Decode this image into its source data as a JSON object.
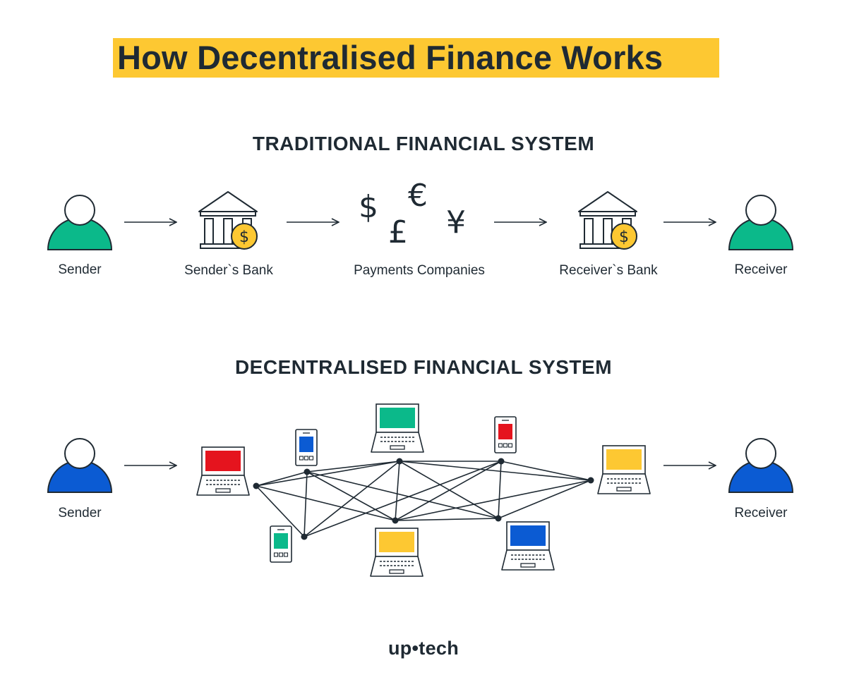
{
  "title": "How Decentralised Finance Works",
  "colors": {
    "highlight": "#fdc832",
    "ink": "#1f2a33",
    "green": "#0bb98a",
    "blue": "#0b5bd3",
    "red": "#e5141e",
    "yellow": "#fdc832",
    "coin": "#fdc832"
  },
  "traditional": {
    "heading": "TRADITIONAL FINANCIAL SYSTEM",
    "nodes": [
      {
        "label": "Sender",
        "icon": "person-icon"
      },
      {
        "label": "Sender`s Bank",
        "icon": "bank-icon"
      },
      {
        "label": "Payments Companies",
        "icon": "currency-icon"
      },
      {
        "label": "Receiver`s Bank",
        "icon": "bank-icon"
      },
      {
        "label": "Receiver",
        "icon": "person-icon"
      }
    ],
    "currency_symbols": [
      "$",
      "€",
      "£",
      "¥"
    ]
  },
  "decentralised": {
    "heading": "DECENTRALISED FINANCIAL SYSTEM",
    "sender": "Sender",
    "receiver": "Receiver",
    "devices": [
      {
        "type": "laptop",
        "color": "#e5141e"
      },
      {
        "type": "phone",
        "color": "#0b5bd3"
      },
      {
        "type": "laptop",
        "color": "#0bb98a"
      },
      {
        "type": "phone",
        "color": "#e5141e"
      },
      {
        "type": "laptop",
        "color": "#fdc832"
      },
      {
        "type": "phone",
        "color": "#0bb98a"
      },
      {
        "type": "laptop",
        "color": "#fdc832"
      },
      {
        "type": "laptop",
        "color": "#0b5bd3"
      }
    ]
  },
  "brand": "up•tech"
}
